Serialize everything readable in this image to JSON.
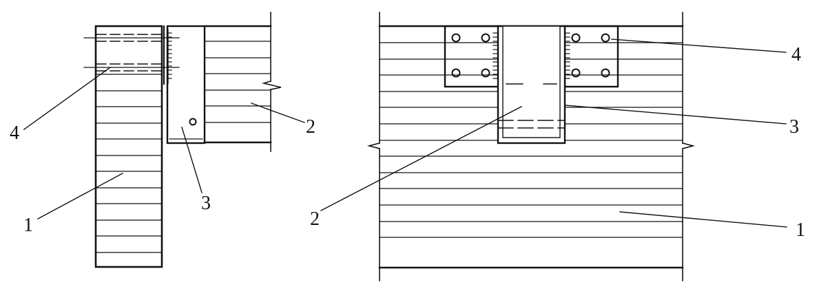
{
  "left_view": {
    "callouts": [
      "1",
      "2",
      "3",
      "4"
    ]
  },
  "right_view": {
    "callouts": [
      "1",
      "2",
      "3",
      "4"
    ]
  },
  "colors": {
    "line": "#111111",
    "background": "#ffffff"
  }
}
